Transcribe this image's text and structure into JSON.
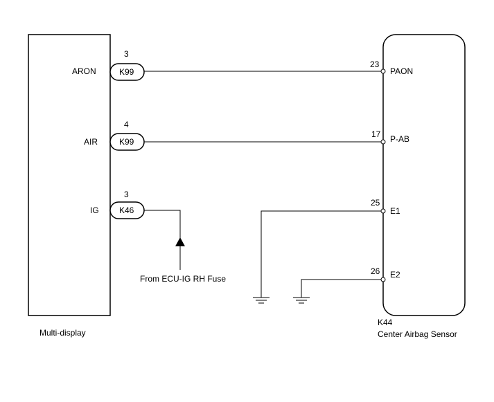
{
  "left_component": {
    "name": "Multi-display",
    "terminals": [
      {
        "label": "ARON",
        "pin": "3",
        "connector": "K99"
      },
      {
        "label": "AIR",
        "pin": "4",
        "connector": "K99"
      },
      {
        "label": "IG",
        "pin": "3",
        "connector": "K46"
      }
    ]
  },
  "right_component": {
    "connector": "K44",
    "name": "Center Airbag Sensor",
    "terminals": [
      {
        "label": "PAON",
        "pin": "23"
      },
      {
        "label": "P-AB",
        "pin": "17"
      },
      {
        "label": "E1",
        "pin": "25"
      },
      {
        "label": "E2",
        "pin": "26"
      }
    ]
  },
  "power_source": "From ECU-IG RH Fuse"
}
